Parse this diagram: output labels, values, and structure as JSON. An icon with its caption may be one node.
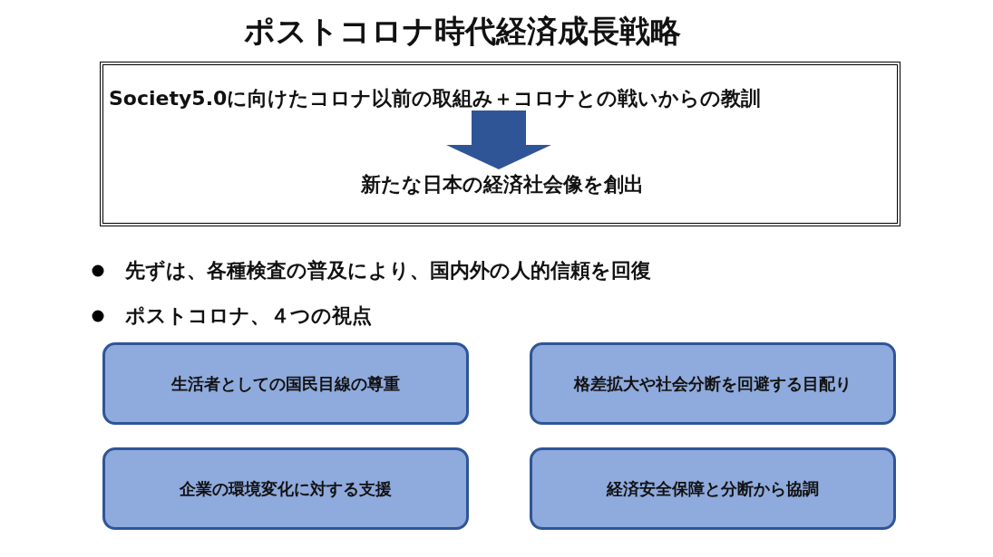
{
  "diagram": {
    "title": "ポストコロナ時代経済成長戦略",
    "nodes": [
      {
        "text": [],
        "shape": "box"
      },
      {
        "text": [
          "Society5.0に向けたコロナ以前の取組み＋コロナとの戦いからの教訓"
        ],
        "in": 0
      },
      {
        "text": [
          "新たな日本の経済社会像を創出"
        ],
        "in": 0
      },
      {
        "text": [
          "生活者としての国民目線の尊重"
        ]
      },
      {
        "text": [
          "格差拡大や社会分断を回避する目配り"
        ]
      },
      {
        "text": [
          "企業の環境変化に対する支援"
        ]
      },
      {
        "text": [
          "経済安全保障と分断から協調"
        ]
      }
    ],
    "edges": [
      {
        "from": 1,
        "to": 2,
        "arrow": "to"
      }
    ],
    "labels": [
      "先ずは、各種検査の普及により、国内外の人的信頼を回復",
      "ポストコロナ、４つの視点"
    ]
  }
}
